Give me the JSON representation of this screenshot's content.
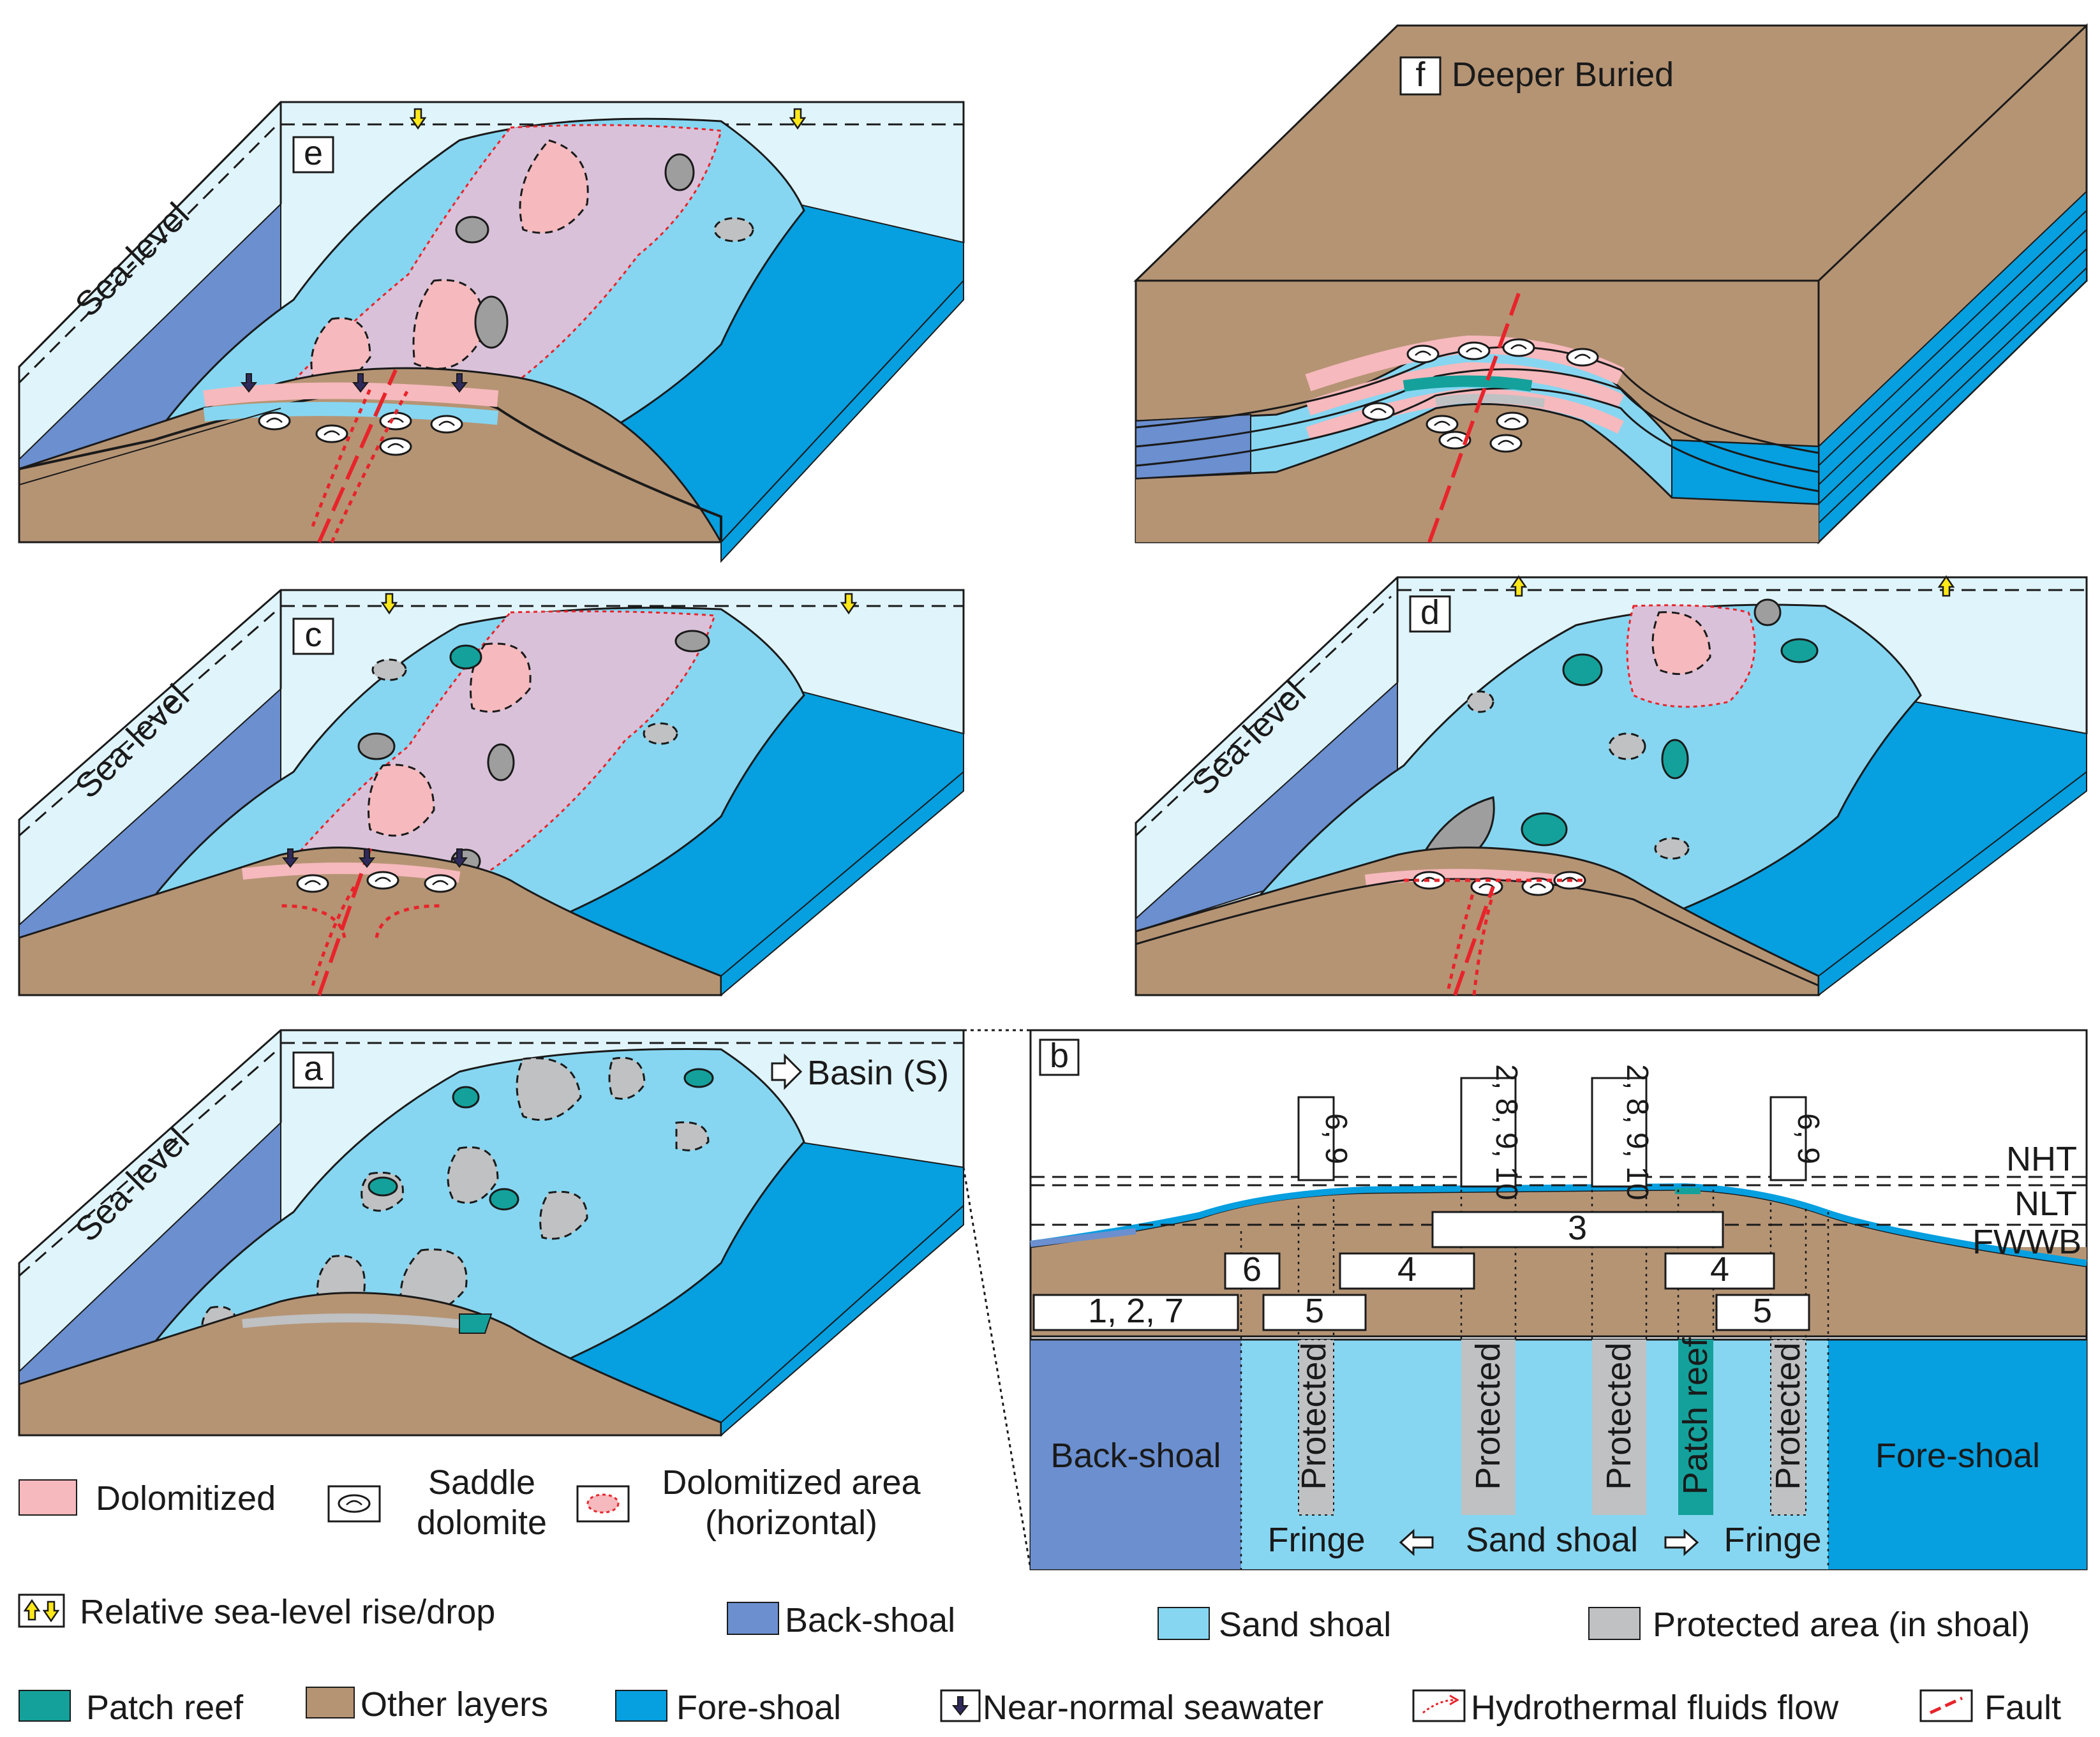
{
  "panels": {
    "e": {
      "letter": "e",
      "sea_level": "Sea-level"
    },
    "f": {
      "letter": "f",
      "title": "Deeper Buried"
    },
    "c": {
      "letter": "c",
      "sea_level": "Sea-level"
    },
    "d": {
      "letter": "d",
      "sea_level": "Sea-level"
    },
    "a": {
      "letter": "a",
      "sea_level": "Sea-level",
      "basin_label": "Basin (S)"
    },
    "b": {
      "letter": "b",
      "levels": [
        "NHT",
        "NLT",
        "FWWB"
      ],
      "top_boxes": [
        "6, 9",
        "2, 8, 9, 10",
        "2, 8, 9, 10",
        "6, 9"
      ],
      "boxes": [
        "3",
        "6",
        "4",
        "4",
        "1, 2, 7",
        "5",
        "5"
      ],
      "zones": {
        "back_shoal": "Back-shoal",
        "fore_shoal": "Fore-shoal",
        "protected": "Protected",
        "patch_reef": "Patch reef",
        "fringe": "Fringe",
        "sand_shoal": "Sand shoal"
      }
    }
  },
  "legend": {
    "dolomitized": "Dolomitized",
    "saddle_dolomite_1": "Saddle",
    "saddle_dolomite_2": "dolomite",
    "dolomitized_area_1": "Dolomitized area",
    "dolomitized_area_2": "(horizontal)",
    "sea_level_change": "Relative sea-level rise/drop",
    "back_shoal": "Back-shoal",
    "sand_shoal": "Sand shoal",
    "protected_area": "Protected area (in shoal)",
    "patch_reef": "Patch reef",
    "other_layers": "Other layers",
    "fore_shoal": "Fore-shoal",
    "near_normal_seawater": "Near-normal seawater",
    "hydrothermal_flow": "Hydrothermal fluids flow",
    "fault": "Fault"
  },
  "colors": {
    "water": "#e0f4fb",
    "back_shoal": "#6b8fcf",
    "sand_shoal": "#86d6f1",
    "fore_shoal": "#069fe0",
    "other_layers": "#b59474",
    "patch_reef": "#14a19b",
    "protected": "#bfc1c3",
    "dolomitized": "#f6b9bd",
    "dolomitized_area": "#d9c2d9",
    "fault": "#e8242b",
    "arrow_yellow": "#ffe81a",
    "seawater_arrow": "#2f2a5c"
  }
}
